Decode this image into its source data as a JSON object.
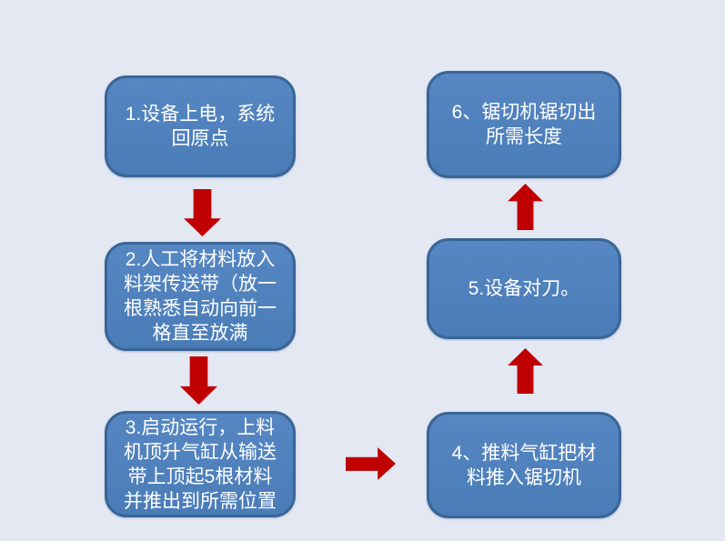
{
  "page": {
    "background_color": "#e3e8f3"
  },
  "flowchart": {
    "style": {
      "box_fill": "#4e80bc",
      "box_border": "#3a6595",
      "text_color": "#ffffff",
      "arrow_color": "#c00000"
    },
    "steps": [
      {
        "id": "step-1",
        "lines": [
          "1.设备上电，系统",
          "回原点"
        ]
      },
      {
        "id": "step-2",
        "lines": [
          "2.人工将材料放入",
          "料架传送带（放一",
          "根熟悉自动向前一",
          "格直至放满"
        ]
      },
      {
        "id": "step-3",
        "lines": [
          "3.启动运行，上料",
          "机顶升气缸从输送",
          "带上顶起5根材料",
          "并推出到所需位置"
        ]
      },
      {
        "id": "step-4",
        "lines": [
          "4、推料气缸把材",
          "料推入锯切机"
        ]
      },
      {
        "id": "step-5",
        "lines": [
          "5.设备对刀。"
        ]
      },
      {
        "id": "step-6",
        "lines": [
          "6、锯切机锯切出",
          "所需长度"
        ]
      }
    ],
    "arrows": [
      {
        "name": "arrow-step1-to-step2",
        "direction": "down"
      },
      {
        "name": "arrow-step2-to-step3",
        "direction": "down"
      },
      {
        "name": "arrow-step3-to-step4",
        "direction": "right"
      },
      {
        "name": "arrow-step4-to-step5",
        "direction": "up"
      },
      {
        "name": "arrow-step5-to-step6",
        "direction": "up"
      }
    ]
  }
}
